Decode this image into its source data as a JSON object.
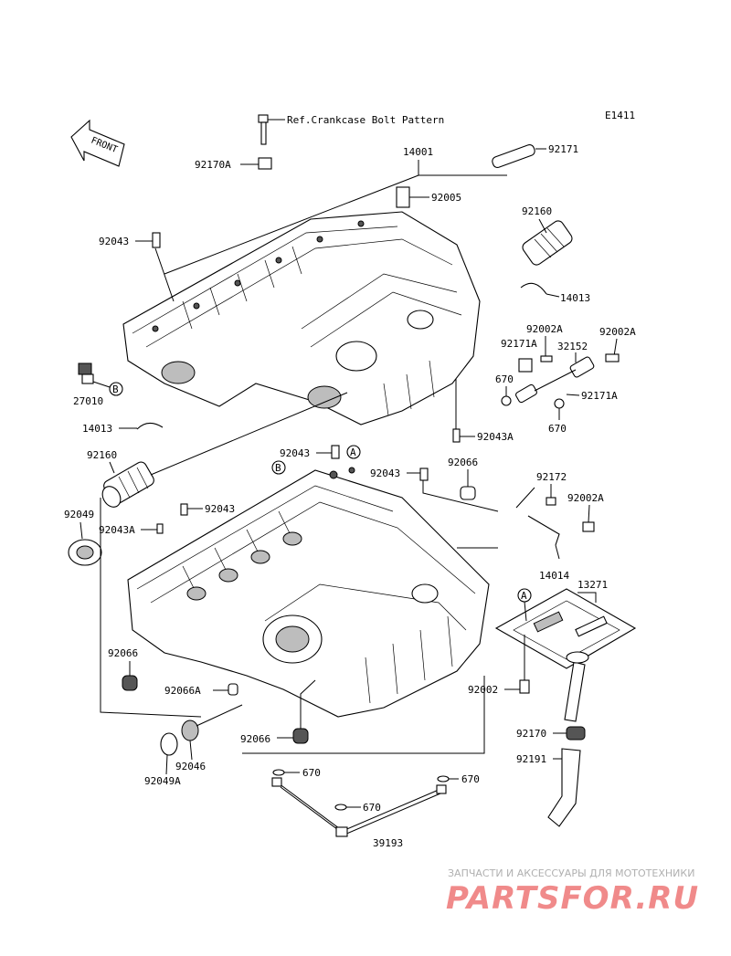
{
  "diagram": {
    "code": "E1411",
    "front_label": "FRONT",
    "ref_note": "Ref.Crankcase Bolt Pattern",
    "circle_a": "A",
    "circle_b": "B",
    "labels": {
      "p92170A": "92170A",
      "p14001": "14001",
      "p92171": "92171",
      "p92005": "92005",
      "p92043_top": "92043",
      "p92160_right": "92160",
      "p14013_right": "14013",
      "p92002A_1": "92002A",
      "p92002A_2": "92002A",
      "p92171A_1": "92171A",
      "p32152": "32152",
      "p670_1": "670",
      "p92171A_2": "92171A",
      "p670_2": "670",
      "p27010": "27010",
      "p14013_left": "14013",
      "p92043A_1": "92043A",
      "p92043_mid": "92043",
      "p92160_left": "92160",
      "p92043_mid2": "92043",
      "p92066_1": "92066",
      "p92049": "92049",
      "p92043_left": "92043",
      "p92043A_2": "92043A",
      "p92172": "92172",
      "p92002A_3": "92002A",
      "p14014": "14014",
      "p13271": "13271",
      "p92066_2": "92066",
      "p92066A": "92066A",
      "p92002": "92002",
      "p92066_3": "92066",
      "p92170": "92170",
      "p92046": "92046",
      "p92191": "92191",
      "p92049A": "92049A",
      "p670_3": "670",
      "p670_4": "670",
      "p670_5": "670",
      "p39193": "39193"
    }
  },
  "watermark": {
    "line1": "ЗАПЧАСТИ И АКСЕССУАРЫ ДЛЯ МОТОТЕХНИКИ",
    "logo": "PARTSFOR.RU"
  }
}
